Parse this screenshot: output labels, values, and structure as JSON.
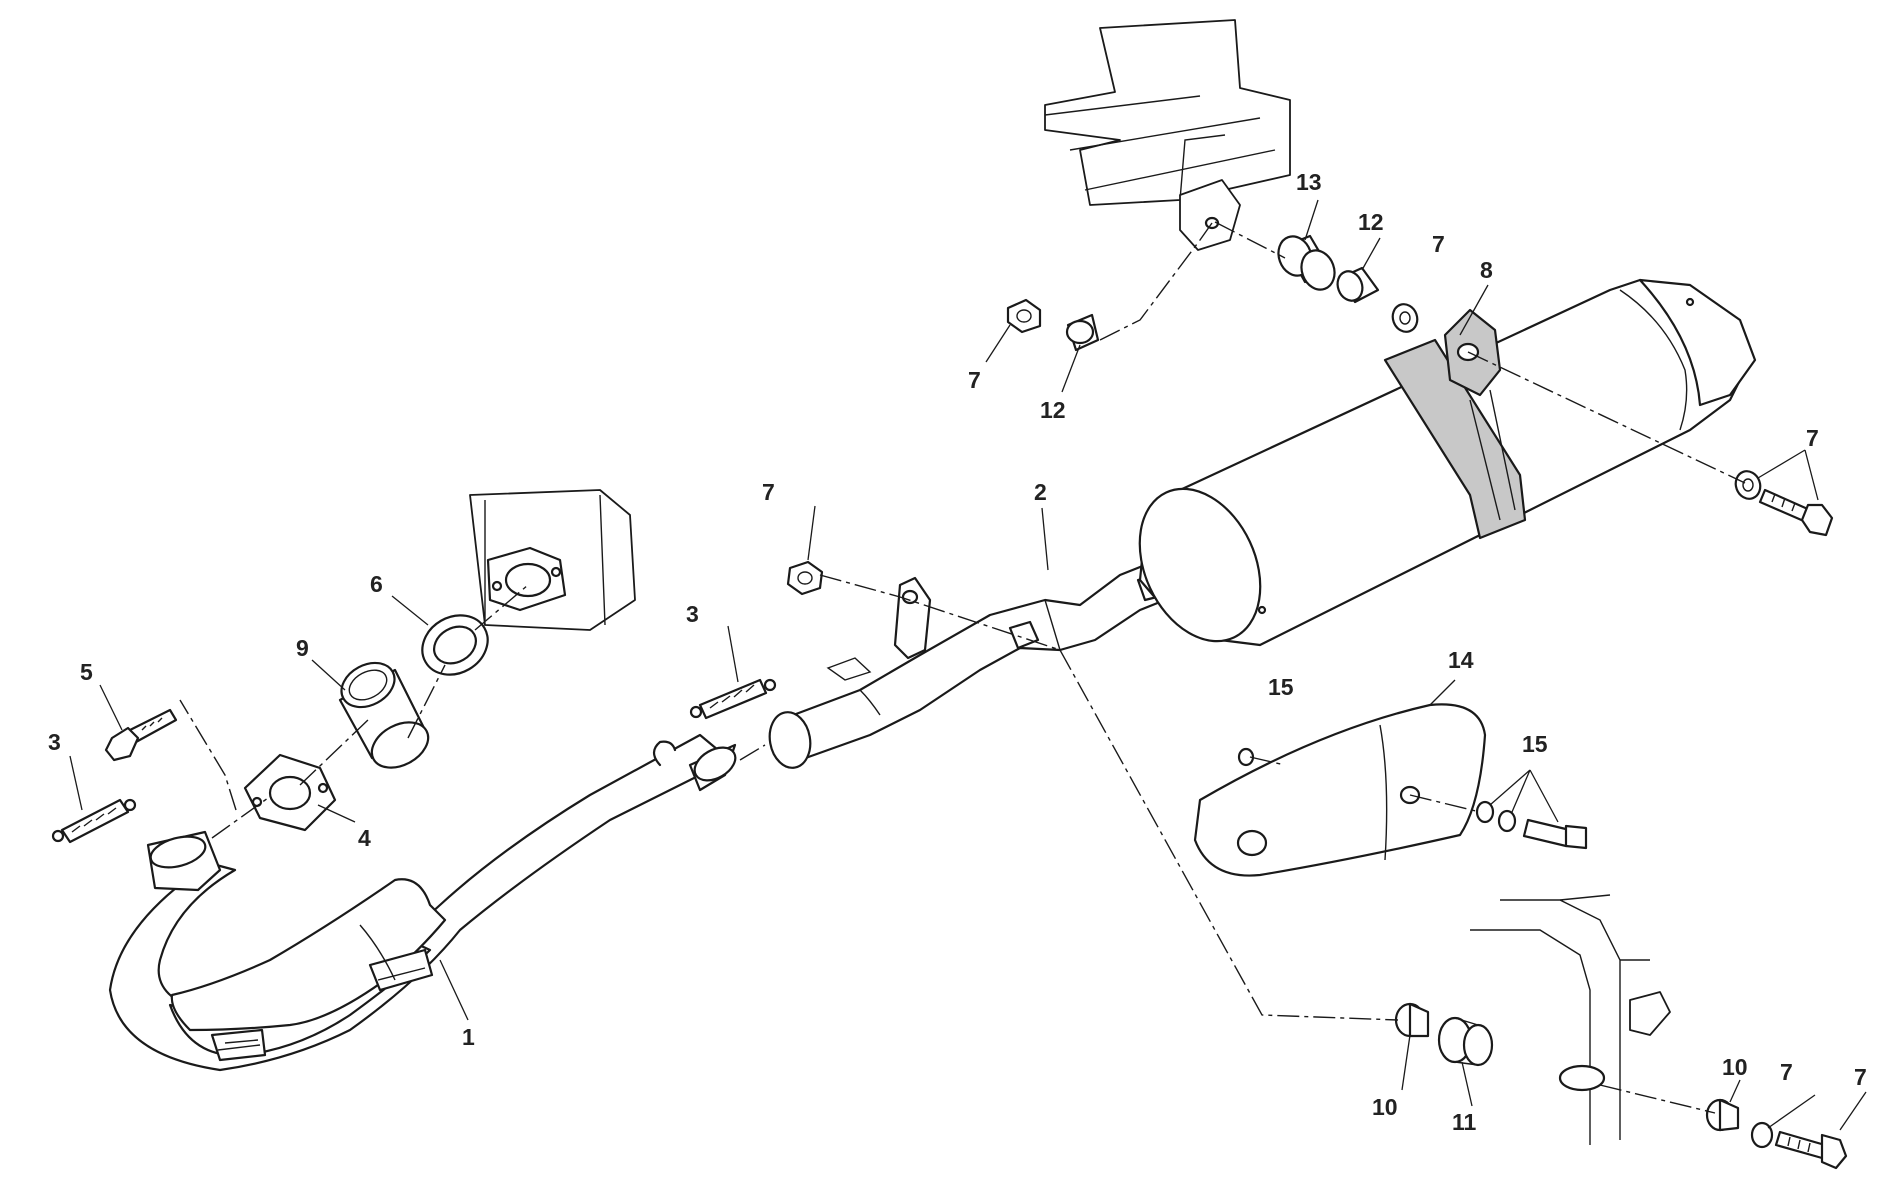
{
  "diagram": {
    "callouts": [
      {
        "id": "c1",
        "text": "1"
      },
      {
        "id": "c2",
        "text": "2"
      },
      {
        "id": "c3a",
        "text": "3"
      },
      {
        "id": "c3b",
        "text": "3"
      },
      {
        "id": "c4",
        "text": "4"
      },
      {
        "id": "c5",
        "text": "5"
      },
      {
        "id": "c6",
        "text": "6"
      },
      {
        "id": "c7a",
        "text": "7"
      },
      {
        "id": "c7b",
        "text": "7"
      },
      {
        "id": "c7c",
        "text": "7"
      },
      {
        "id": "c7d",
        "text": "7"
      },
      {
        "id": "c7e",
        "text": "7"
      },
      {
        "id": "c7f",
        "text": "7"
      },
      {
        "id": "c8",
        "text": "8"
      },
      {
        "id": "c9",
        "text": "9"
      },
      {
        "id": "c10a",
        "text": "10"
      },
      {
        "id": "c10b",
        "text": "10"
      },
      {
        "id": "c11",
        "text": "11"
      },
      {
        "id": "c12a",
        "text": "12"
      },
      {
        "id": "c12b",
        "text": "12"
      },
      {
        "id": "c13",
        "text": "13"
      },
      {
        "id": "c14",
        "text": "14"
      },
      {
        "id": "c15a",
        "text": "15"
      },
      {
        "id": "c15b",
        "text": "15"
      }
    ]
  }
}
